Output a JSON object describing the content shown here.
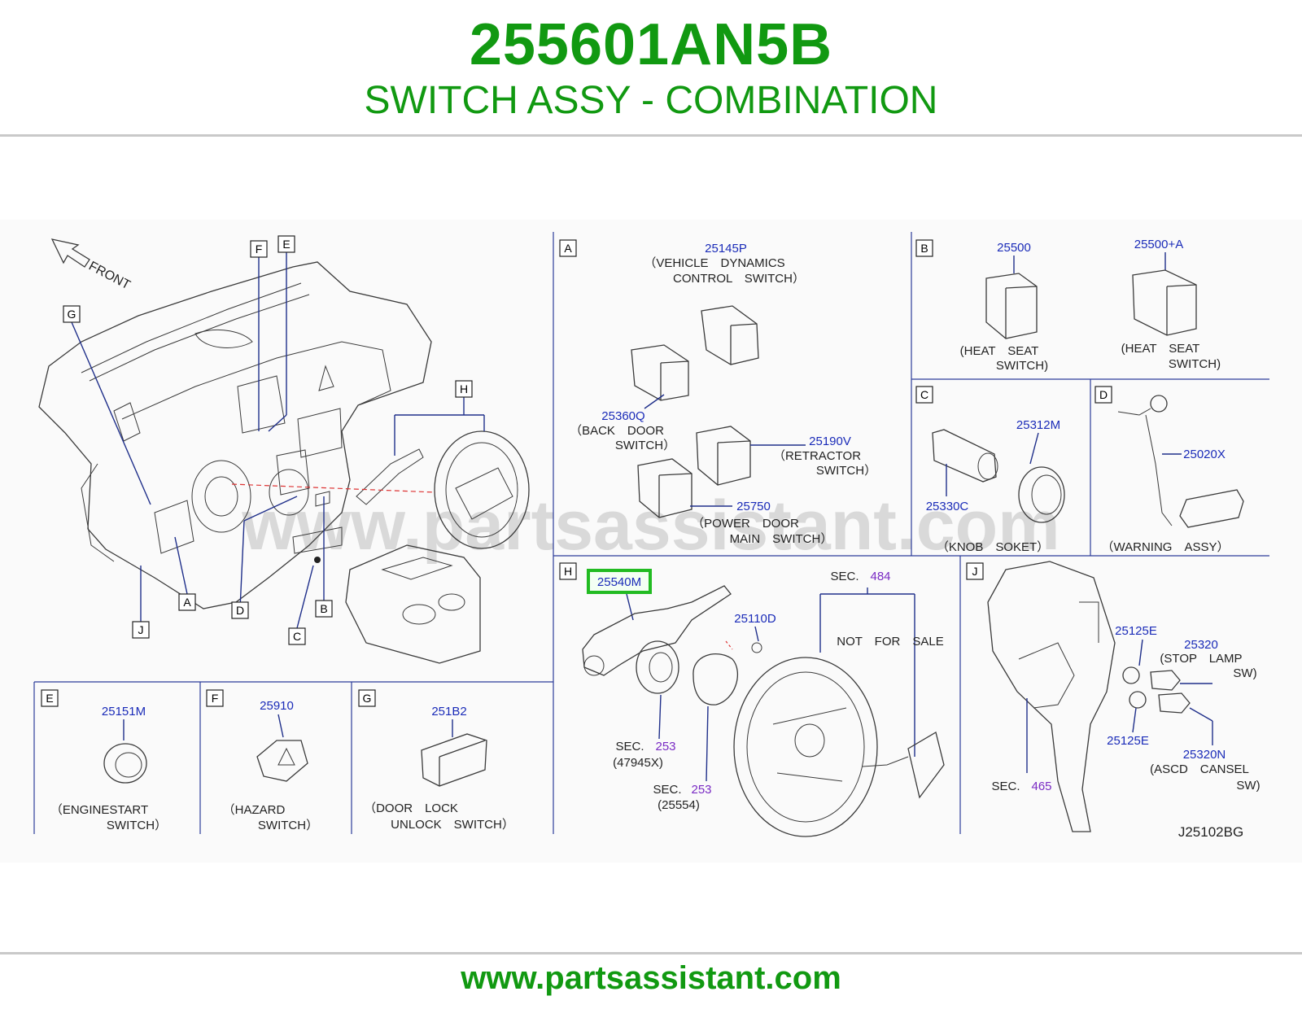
{
  "header": {
    "part_number": "255601AN5B",
    "part_name": "SWITCH ASSY - COMBINATION"
  },
  "footer": {
    "url": "www.partsassistant.com"
  },
  "watermark": "www.partsassistant.com",
  "colors": {
    "accent_green": "#119911",
    "part_blue": "#1a2bb8",
    "sec_purple": "#7a2bc4",
    "highlight": "#22bb22"
  },
  "diagram": {
    "front_label": "FRONT",
    "section_letters": [
      "A",
      "B",
      "C",
      "D",
      "E",
      "F",
      "G",
      "H",
      "J"
    ],
    "overview_labels": {
      "f": "F",
      "e": "E",
      "g": "G",
      "h": "H",
      "a": "A",
      "b": "B",
      "c": "C",
      "d": "D",
      "j": "J"
    },
    "sec_a": {
      "letter": "A",
      "p1": "25145P",
      "p1_desc1": "（VEHICLE　DYNAMICS",
      "p1_desc2": "CONTROL　SWITCH）",
      "p2": "25360Q",
      "p2_desc1": "（BACK　DOOR",
      "p2_desc2": "SWITCH）",
      "p3": "25190V",
      "p3_desc1": "（RETRACTOR",
      "p3_desc2": "SWITCH）",
      "p4": "25750",
      "p4_desc1": "（POWER　DOOR",
      "p4_desc2": "MAIN　SWITCH）"
    },
    "sec_b": {
      "letter": "B",
      "p1": "25500",
      "p1_desc1": "(HEAT　SEAT",
      "p1_desc2": "SWITCH)",
      "p2": "25500+A",
      "p2_desc1": "(HEAT　SEAT",
      "p2_desc2": "SWITCH)"
    },
    "sec_c": {
      "letter": "C",
      "p1": "25312M",
      "p2": "25330C",
      "desc": "（KNOB　SOKET）"
    },
    "sec_d": {
      "letter": "D",
      "p1": "25020X",
      "desc": "（WARNING　ASSY）"
    },
    "sec_e": {
      "letter": "E",
      "p1": "25151M",
      "desc1": "（ENGINESTART",
      "desc2": "SWITCH）"
    },
    "sec_f": {
      "letter": "F",
      "p1": "25910",
      "desc1": "（HAZARD",
      "desc2": "SWITCH）"
    },
    "sec_g": {
      "letter": "G",
      "p1": "251B2",
      "desc1": "（DOOR　LOCK",
      "desc2": "UNLOCK　SWITCH）"
    },
    "sec_h": {
      "letter": "H",
      "highlight_part": "25540M",
      "p_screw": "25110D",
      "sec_top_label": "SEC.",
      "sec_top_num": "484",
      "not_for_sale": "NOT　FOR　SALE",
      "sec1_label": "SEC.",
      "sec1_num": "253",
      "sec1_sub": "(47945X)",
      "sec2_label": "SEC.",
      "sec2_num": "253",
      "sec2_sub": "(25554)"
    },
    "sec_j": {
      "letter": "J",
      "p1": "25125E",
      "p2": "25320",
      "p2_desc1": "(STOP　LAMP",
      "p2_desc2": "SW)",
      "p3": "25125E",
      "p4": "25320N",
      "p4_desc1": "(ASCD　CANSEL",
      "p4_desc2": "SW)",
      "sec_label": "SEC.",
      "sec_num": "465"
    },
    "drawing_code": "J25102BG"
  }
}
